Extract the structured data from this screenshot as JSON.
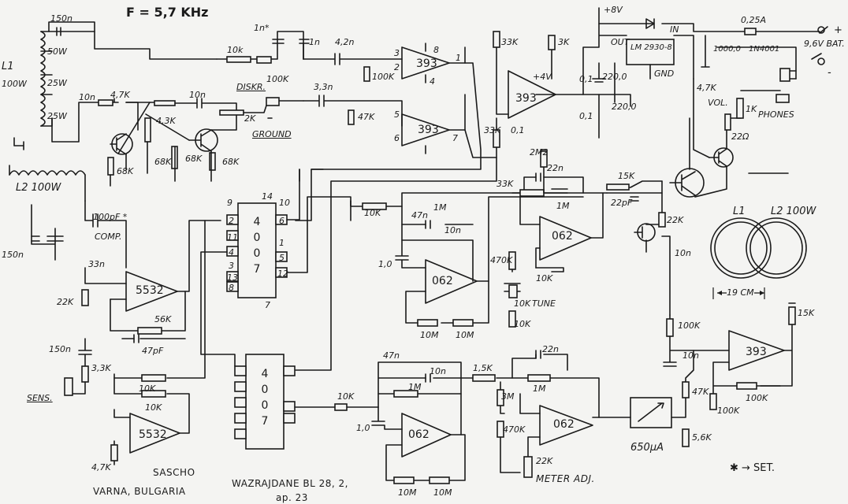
{
  "title": "F = 5,7 KHz",
  "coils": {
    "L1": "L1",
    "L1_turns": "100W",
    "tap_50": "50W",
    "tap_25a": "25W",
    "tap_25b": "25W",
    "L2": "L2 100W",
    "spacing": "19 CM"
  },
  "ics": {
    "op_393_a": "393",
    "op_393_b": "393",
    "op_393_c": "393",
    "op_393_d": "393",
    "op_5532_a": "5532",
    "op_5532_b": "5532",
    "op_062_a": "062",
    "op_062_b": "062",
    "op_062_c": "062",
    "op_062_d": "062",
    "reg": "LM 2930-8",
    "reg_in": "IN",
    "reg_out": "OUT",
    "reg_gnd": "GND",
    "div_4007_a": "4007",
    "div_4007_b": "4007"
  },
  "supply": {
    "v8": "+8V",
    "fuse": "0,25A",
    "diode": "1N4001",
    "battery": "9,6V BAT.",
    "plus": "+",
    "minus": "-",
    "cap_1000": "1000,0",
    "cap_220a": "220,0",
    "cap_220b": "220,0",
    "cap_01a": "0,1",
    "cap_01b": "0,1",
    "v4": "+4V"
  },
  "values": {
    "c150n_top": "150n",
    "c1n_star": "1n*",
    "c1n": "1n",
    "c42n": "4,2n",
    "c33n": "3,3n",
    "r10k_a": "10k",
    "r100k": "100K",
    "diskr": "DISKR.",
    "r2k": "2K",
    "ground": "GROUND",
    "r47k_a": "47K",
    "c10n_a": "10n",
    "r47k_b": "4,7K",
    "c10n_b": "10n",
    "r43k": "4,3K",
    "r68k_a": "68K",
    "r68k_b": "68K",
    "r68k_c": "68K",
    "r68k_d": "68K",
    "r33k": "33K",
    "r3k": "3K",
    "r33k_b": "33K",
    "c01c": "0,1",
    "r2m2": "2M2",
    "c22n_a": "22n",
    "r33k_c": "33K",
    "r1m_a": "1M",
    "r15k_a": "15K",
    "c22pf": "22pF",
    "r47k_c": "4,7K",
    "vol": "VOL.",
    "r1k": "1K",
    "phones": "PHONES",
    "r22": "22Ω",
    "r22k_a": "22K",
    "c10n_c": "10n",
    "c100pf": "100pF *",
    "comp": "COMP.",
    "c150n_b": "150n",
    "c33n_b": "33n",
    "r22k_b": "22K",
    "r56k": "56K",
    "c47pf": "47pF",
    "c150n_c": "150n",
    "r33k_d": "3,3K",
    "sens": "SENS.",
    "r10k_b": "10K",
    "r10k_c": "10K",
    "r47k_d": "4,7K",
    "r10k_d": "10K",
    "c47n_a": "47n",
    "r1m_b": "1M",
    "c10n_d": "10n",
    "c10_a": "1,0",
    "r10m_a": "10M",
    "r10m_b": "10M",
    "r470k": "470K",
    "r10k_tune": "10K",
    "tune": "TUNE",
    "r10k_e": "10K",
    "r10k_f": "10K",
    "r10k_g": "10K",
    "c47n_b": "47n",
    "c10n_e": "10n",
    "r1m_c": "1M",
    "c10_b": "1,0",
    "r10m_c": "10M",
    "r10m_d": "10M",
    "r15k_b": "1,5K",
    "c22n_b": "22n",
    "r3m": "3M",
    "r1m_d": "1M",
    "r470k_b": "470K",
    "r22k_c": "22K",
    "meter": "METER ADJ.",
    "meter_val": "650µA",
    "r47k_e": "47K",
    "r56k_b": "5,6K",
    "r100k_b": "100K",
    "c10n_f": "10n",
    "r15k_c": "15K",
    "r100k_c": "100K",
    "r100k_d": "100K"
  },
  "pins": {
    "p3a": "3",
    "p2a": "2",
    "p8a": "8",
    "p1a": "1",
    "p4a": "4",
    "p5a": "5",
    "p6a": "6",
    "p7a": "7",
    "p9": "9",
    "p14": "14",
    "p10": "10",
    "p2": "2",
    "p11": "11",
    "p4": "4",
    "p3": "3",
    "p13": "13",
    "p8": "8",
    "p6": "6",
    "p1": "1",
    "p5": "5",
    "p12": "12",
    "p7": "7"
  },
  "author": {
    "name": "SASCHO",
    "city": "VARNA, BULGARIA",
    "address": "WAZRAJDANE BL 28, 2,",
    "apt": "ap. 23"
  },
  "legend": "✱ → SET."
}
